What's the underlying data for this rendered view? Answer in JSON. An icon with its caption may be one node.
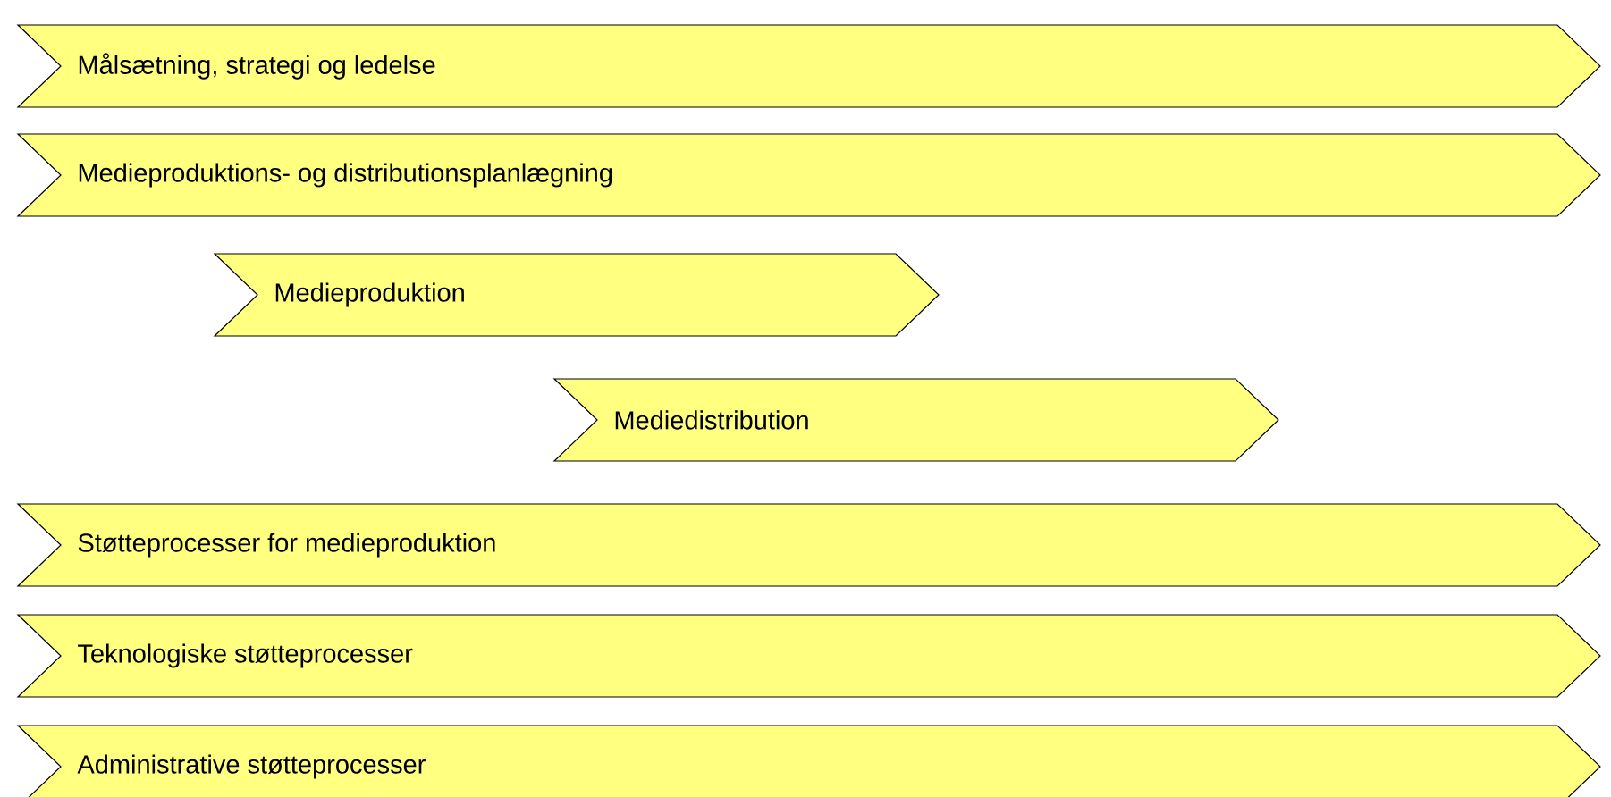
{
  "diagram": {
    "nodes": [
      {
        "text": [
          "Målsætning, strategi og ledelse"
        ]
      },
      {
        "text": [
          "Medieproduktions- og distributionsplanlægning"
        ]
      },
      {
        "text": [
          "Medieproduktion"
        ]
      },
      {
        "text": [
          "Mediedistribution"
        ]
      },
      {
        "text": [
          "Støtteprocesser for medieproduktion"
        ]
      },
      {
        "text": [
          "Teknologiske støtteprocesser"
        ]
      },
      {
        "text": [
          "Administrative støtteprocesser"
        ]
      }
    ]
  }
}
